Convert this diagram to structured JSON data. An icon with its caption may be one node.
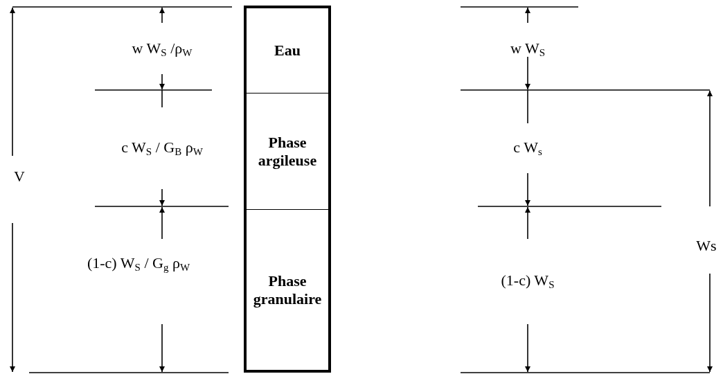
{
  "diagram": {
    "nodes": [
      {
        "text": [
          "Eau"
        ]
      },
      {
        "text": [
          "Phase argileuse"
        ]
      },
      {
        "text": [
          "Phase granulaire"
        ]
      }
    ],
    "labels": [
      "w W$_{S}$ /ρ$_{W}$",
      "w W$_{S}$",
      "c W$_{S}$ / G$_{B}$ ρ$_{W}$",
      "c W$_{s}$",
      "V",
      "Ws",
      "(1-c) W$_{S}$ / G$_{g}$ ρ$_{W}$",
      "(1-c) W$_{S}$"
    ]
  }
}
